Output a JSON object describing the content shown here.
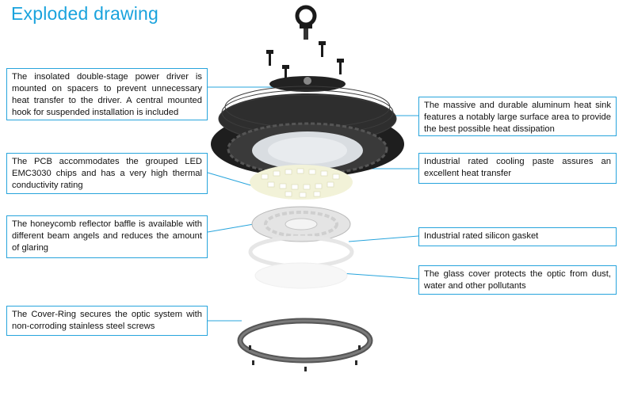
{
  "title": "Exploded drawing",
  "colors": {
    "accent": "#1aa3dd",
    "heatsink": "#2b2b2b"
  },
  "callouts": {
    "driver": "The insolated double-stage power driver is mounted on spacers to prevent unnecessary heat transfer to the driver. A central mounted hook for suspended installation is included",
    "heatsink": "The massive and durable aluminum heat sink features a notably large surface area to provide the best possible heat dissipation",
    "pcb": "The PCB accommodates the grouped LED EMC3030 chips and has a very high thermal conductivity rating",
    "paste": "Industrial rated cooling paste assures an excellent heat transfer",
    "reflector": "The honeycomb reflector baffle is available with different beam angels and reduces the amount of glaring",
    "gasket": "Industrial rated silicon gasket",
    "glass": "The glass cover protects the optic from dust, water and other pollutants",
    "ring": "The Cover-Ring secures the optic system with non-corroding stainless steel screws"
  }
}
